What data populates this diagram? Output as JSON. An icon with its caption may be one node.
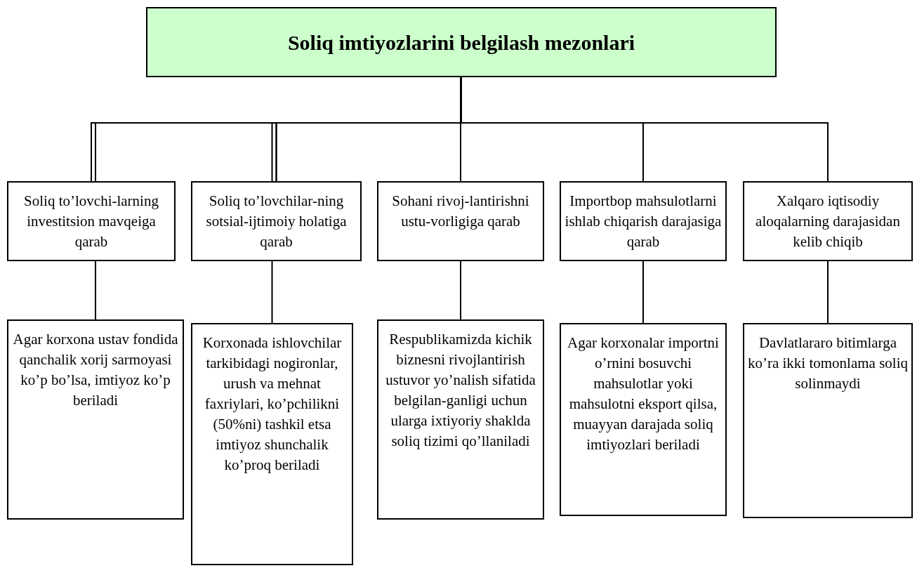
{
  "diagram": {
    "nodes": [
      {
        "text": [
          "Soliq imtiyozlarini belgilash mezonlari"
        ]
      },
      {
        "text": [
          "Soliq to’lovchi-larning investitsion mavqeiga qarab"
        ]
      },
      {
        "text": [
          "Soliq to’lovchilar-ning sotsial-ijtimoiy holatiga qarab"
        ]
      },
      {
        "text": [
          "Sohani rivoj-lantirishni ustu-vorligiga qarab"
        ]
      },
      {
        "text": [
          "Importbop mahsulotlarni ishlab chiqarish darajasiga qarab"
        ]
      },
      {
        "text": [
          "Xalqaro iqtisodiy aloqalarning darajasidan kelib chiqib"
        ]
      },
      {
        "text": [
          "Agar korxona ustav fondida qanchalik xorij sarmoyasi ko’p bo’lsa, imtiyoz ko’p beriladi"
        ]
      },
      {
        "text": [
          "Korxonada ishlovchilar tarkibidagi nogironlar, urush va mehnat faxriylari, ko’pchilikni (50%ni) tashkil etsa imtiyoz shunchalik ko’proq beriladi"
        ]
      },
      {
        "text": [
          "Respublikamizda kichik biznesni rivojlantirish ustuvor yo’nalish sifatida belgilan-ganligi uchun ularga ixtiyoriy shaklda soliq tizimi qo’llaniladi"
        ]
      },
      {
        "text": [
          "Agar korxonalar importni o’rnini bosuvchi mahsulotlar yoki mahsulotni eksport qilsa, muayyan darajada soliq imtiyozlari beriladi"
        ]
      },
      {
        "text": [
          "Davlatlararo bitimlarga ko’ra ikki tomonlama soliq solinmaydi"
        ]
      }
    ],
    "edges": [
      {
        "from": 0,
        "to": 1,
        "arrow": "none"
      },
      {
        "from": 0,
        "to": 2,
        "arrow": "none"
      },
      {
        "from": 0,
        "to": 3,
        "arrow": "none"
      },
      {
        "from": 0,
        "to": 4,
        "arrow": "none"
      },
      {
        "from": 0,
        "to": 5,
        "arrow": "none"
      },
      {
        "from": 1,
        "to": 6,
        "arrow": "none"
      },
      {
        "from": 2,
        "to": 7,
        "arrow": "none"
      },
      {
        "from": 3,
        "to": 8,
        "arrow": "none"
      },
      {
        "from": 4,
        "to": 9,
        "arrow": "none"
      },
      {
        "from": 5,
        "to": 10,
        "arrow": "none"
      }
    ]
  }
}
